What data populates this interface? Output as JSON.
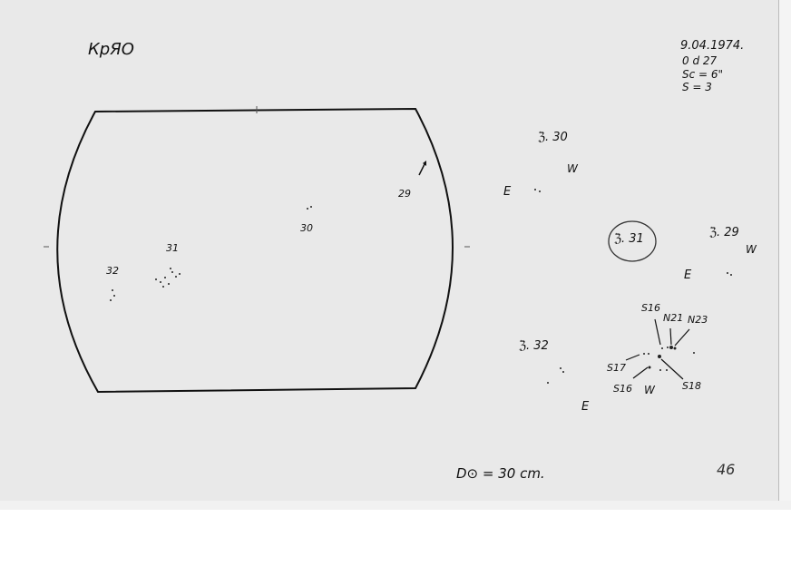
{
  "observatory": "КрЯО",
  "header": {
    "date": "9.04.1974.",
    "time": "0 d 27",
    "seeing": "Sc = 6\"",
    "s": "S = 3"
  },
  "disk_groups": [
    {
      "label": "29"
    },
    {
      "label": "30"
    },
    {
      "label": "31"
    },
    {
      "label": "32"
    }
  ],
  "sketches": {
    "g30": {
      "title": "ℨ. 30",
      "e": "E",
      "w": "W"
    },
    "g31": {
      "title": "ℨ. 31"
    },
    "g29": {
      "title": "ℨ. 29",
      "e": "E",
      "w": "W"
    },
    "g32": {
      "title": "ℨ. 32",
      "e": "E",
      "w": "W",
      "labels": [
        "S16",
        "N21",
        "N23",
        "S17",
        "S16",
        "S18"
      ]
    }
  },
  "footer": {
    "diameter": "D⊙ = 30 cm.",
    "page": "46"
  }
}
